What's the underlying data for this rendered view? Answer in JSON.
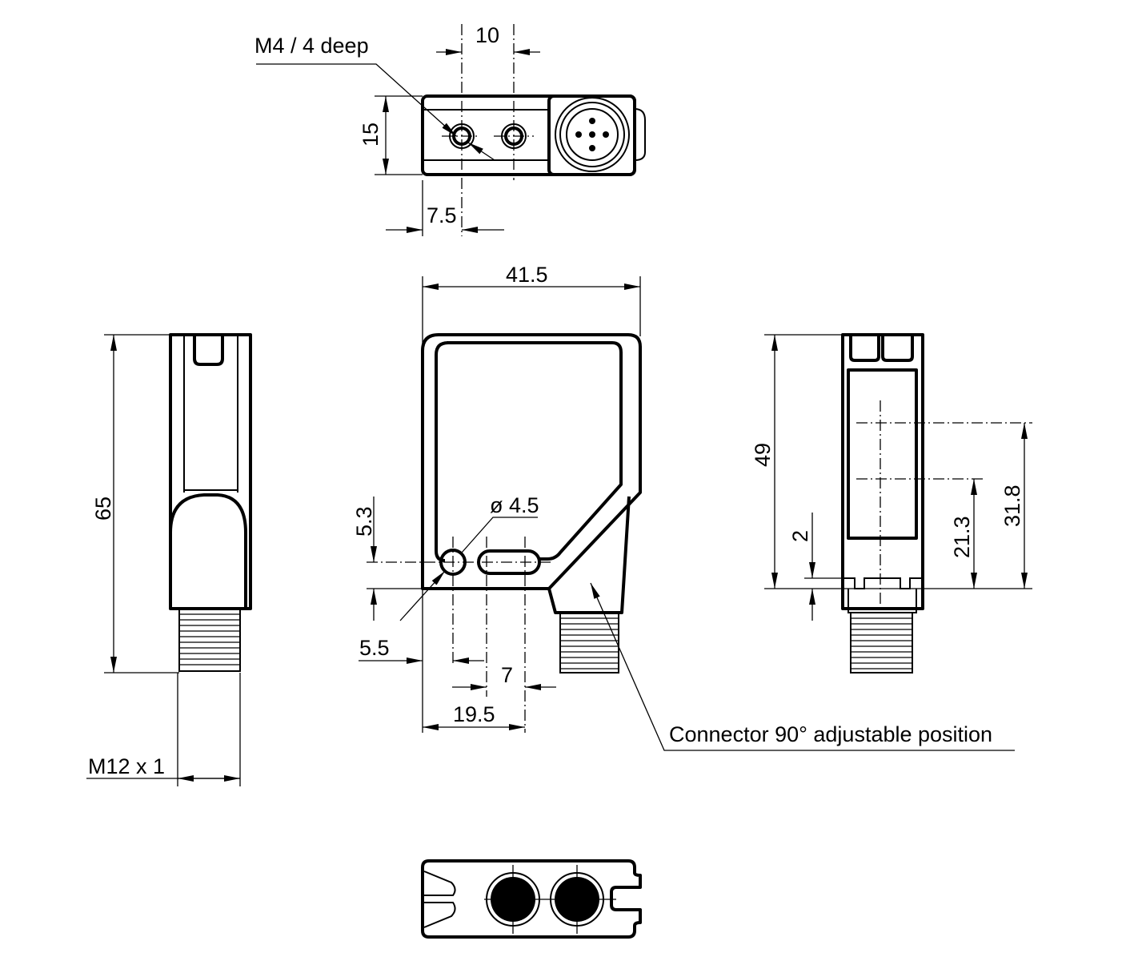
{
  "drawing": {
    "top_view": {
      "thread_callout": "M4 / 4 deep",
      "hole_spacing": "10",
      "height": "15",
      "hole_offset": "7.5"
    },
    "front_view": {
      "width": "41.5",
      "hole_height": "5.3",
      "hole_diameter": "ø 4.5",
      "hole_x": "5.5",
      "slot_length": "7",
      "slot_end": "19.5",
      "connector_note": "Connector 90° adjustable position"
    },
    "left_view": {
      "length": "65",
      "connector_thread": "M12 x 1"
    },
    "right_view": {
      "height": "49",
      "offset_small": "2",
      "axis_1": "21.3",
      "axis_2": "31.8"
    }
  }
}
